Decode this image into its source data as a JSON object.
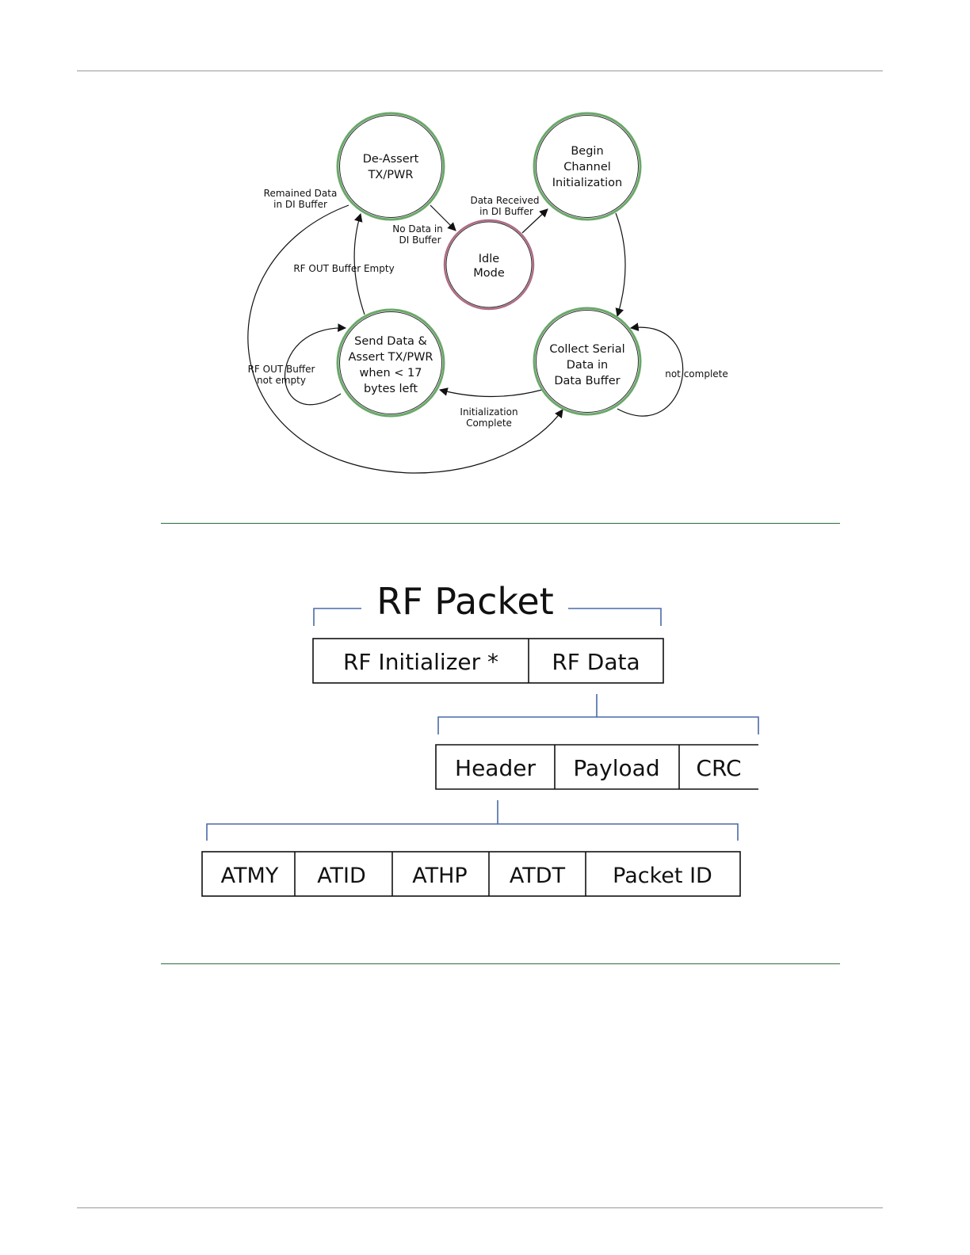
{
  "state_diagram": {
    "states": {
      "deassert": [
        "De-Assert",
        "TX/PWR"
      ],
      "begin": [
        "Begin",
        "Channel",
        "Initialization"
      ],
      "idle": [
        "Idle",
        "Mode"
      ],
      "send": [
        "Send Data &",
        "Assert TX/PWR",
        "when < 17",
        "bytes left"
      ],
      "collect": [
        "Collect Serial",
        "Data in",
        "Data Buffer"
      ]
    },
    "transitions": {
      "remained_data": [
        "Remained Data",
        "in DI Buffer"
      ],
      "data_received": [
        "Data Received",
        "in DI Buffer"
      ],
      "no_data": [
        "No Data in",
        "DI Buffer"
      ],
      "rf_out_empty": "RF OUT Buffer Empty",
      "rf_out_not_empty": [
        "RF OUT Buffer",
        "not empty"
      ],
      "not_complete": "not complete",
      "init_complete": [
        "Initialization",
        "Complete"
      ]
    },
    "colors": {
      "state_ring": "#6aa86a",
      "idle_ring": "#b06a85"
    }
  },
  "rf_packet": {
    "title": "RF Packet",
    "level1": [
      "RF Initializer *",
      "RF Data"
    ],
    "level2": [
      "Header",
      "Payload",
      "CRC"
    ],
    "level3": [
      "ATMY",
      "ATID",
      "ATHP",
      "ATDT",
      "Packet ID"
    ],
    "bracket_color": "#4a6aa8"
  }
}
